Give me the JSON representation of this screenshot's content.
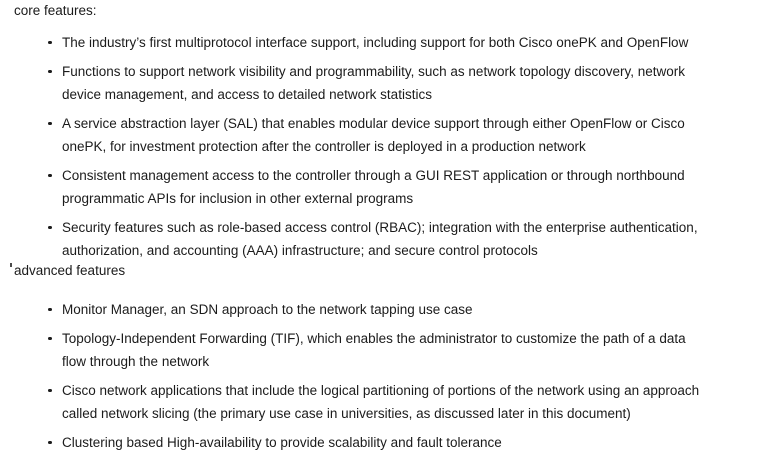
{
  "page": {
    "background": "#ffffff",
    "text_color": "#1b1b1b"
  },
  "sections": [
    {
      "heading": "core features:",
      "items": [
        {
          "lines": [
            "The industry’s first multiprotocol interface support, including support for both Cisco onePK and OpenFlow"
          ]
        },
        {
          "lines": [
            "Functions to support network visibility and programmability, such as network topology discovery, network",
            "device management, and access to detailed network statistics"
          ]
        },
        {
          "lines": [
            "A service abstraction layer (SAL) that enables modular device support through either OpenFlow or Cisco",
            "onePK, for investment protection after the controller is deployed in a production network"
          ]
        },
        {
          "lines": [
            "Consistent management access to the controller through a GUI REST application or through northbound",
            "programmatic APIs for inclusion in other external programs"
          ]
        },
        {
          "lines": [
            "Security features such as role-based access control (RBAC); integration with the enterprise authentication,",
            "authorization, and accounting (AAA) infrastructure; and secure control protocols"
          ]
        }
      ]
    },
    {
      "heading": "advanced features",
      "items": [
        {
          "lines": [
            "Monitor Manager, an SDN approach to the network tapping use case"
          ]
        },
        {
          "lines": [
            "Topology-Independent Forwarding (TIF), which enables the administrator to customize the path of a data",
            "flow through the network"
          ]
        },
        {
          "lines": [
            "Cisco network applications that include the logical partitioning of portions of the network using an approach",
            "called network slicing (the primary use case in universities, as discussed later in this document)"
          ]
        },
        {
          "lines": [
            "Clustering based High-availability to provide scalability and fault tolerance"
          ]
        }
      ]
    }
  ]
}
